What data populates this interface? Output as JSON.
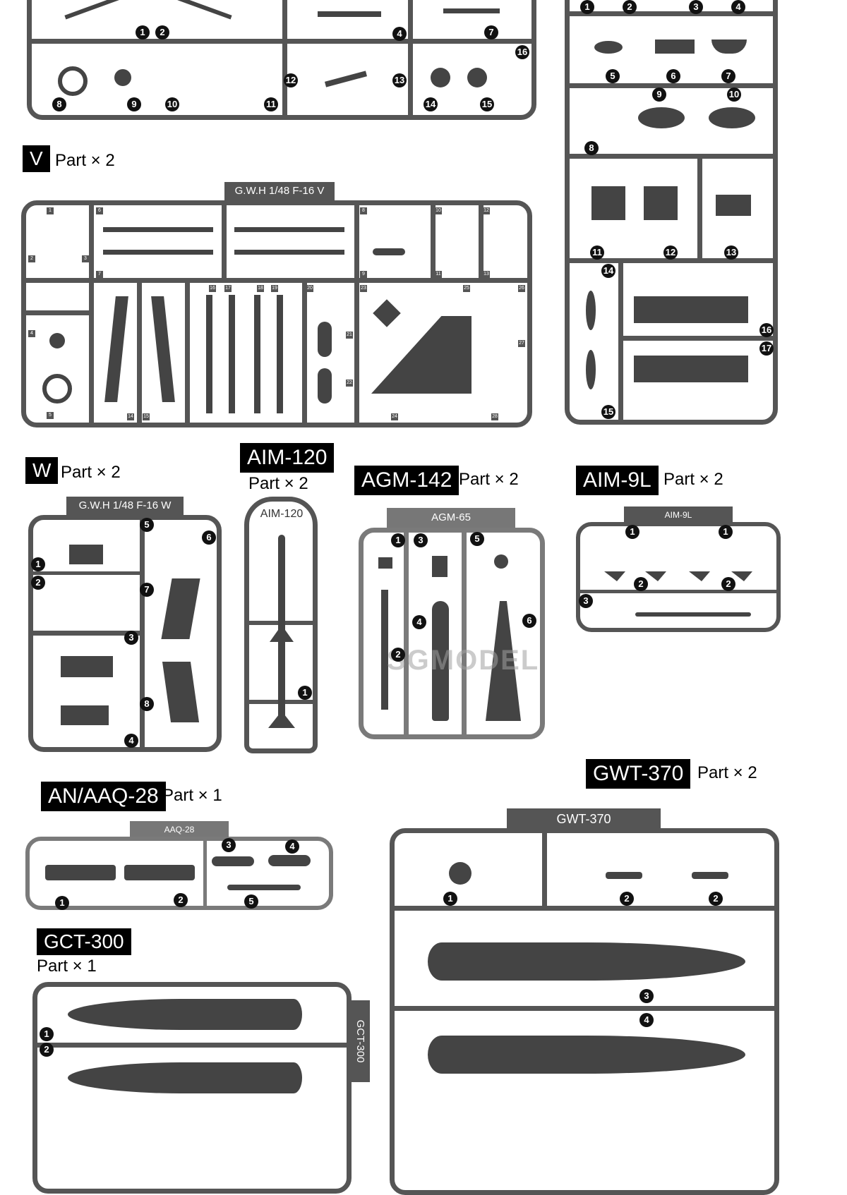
{
  "sprues": {
    "v": {
      "letter": "V",
      "qty": "Part × 2",
      "header": "G.W.H  1/48 F-16 V",
      "tiny_numbers": [
        "1",
        "2",
        "3",
        "4",
        "5",
        "6",
        "7",
        "8",
        "9",
        "10",
        "11",
        "12",
        "13",
        "14",
        "15",
        "16",
        "17",
        "18",
        "19",
        "20",
        "21",
        "22",
        "23",
        "24",
        "25",
        "26",
        "27",
        "28"
      ]
    },
    "w": {
      "letter": "W",
      "qty": "Part × 2",
      "header": "G.W.H  1/48 F-16 W",
      "numbers": [
        "1",
        "2",
        "3",
        "4",
        "5",
        "6",
        "7",
        "8"
      ]
    },
    "aim120": {
      "title": "AIM-120",
      "qty": "Part × 2",
      "header": "AIM-120",
      "numbers": [
        "1"
      ]
    },
    "agm142": {
      "title": "AGM-142",
      "qty": "Part × 2",
      "header": "AGM-65",
      "numbers": [
        "1",
        "2",
        "3",
        "4",
        "5",
        "6"
      ]
    },
    "aim9l": {
      "title": "AIM-9L",
      "qty": "Part × 2",
      "header": "AIM-9L",
      "numbers": [
        "1",
        "1",
        "2",
        "2",
        "3"
      ]
    },
    "aaq28": {
      "title": "AN/AAQ-28",
      "qty": "Part × 1",
      "header": "AAQ-28",
      "numbers": [
        "1",
        "2",
        "3",
        "4",
        "5"
      ]
    },
    "gwt370": {
      "title": "GWT-370",
      "qty": "Part × 2",
      "header": "GWT-370",
      "numbers": [
        "1",
        "2",
        "2",
        "3",
        "4"
      ]
    },
    "gct300": {
      "title": "GCT-300",
      "qty": "Part × 1",
      "header": "GCT-300",
      "numbers": [
        "1",
        "2"
      ]
    },
    "top_left": {
      "numbers": [
        "1",
        "2",
        "4",
        "7",
        "8",
        "9",
        "10",
        "11",
        "12",
        "13",
        "14",
        "15",
        "16"
      ]
    },
    "top_right": {
      "numbers": [
        "1",
        "2",
        "3",
        "4",
        "5",
        "6",
        "7",
        "8",
        "9",
        "10",
        "11",
        "12",
        "13",
        "14",
        "15",
        "16",
        "17"
      ]
    }
  },
  "watermark": "SGMODEL",
  "colors": {
    "sprue": "#555555",
    "sprue_light": "#7a7a7a",
    "label_bg": "#000000",
    "label_fg": "#ffffff"
  }
}
